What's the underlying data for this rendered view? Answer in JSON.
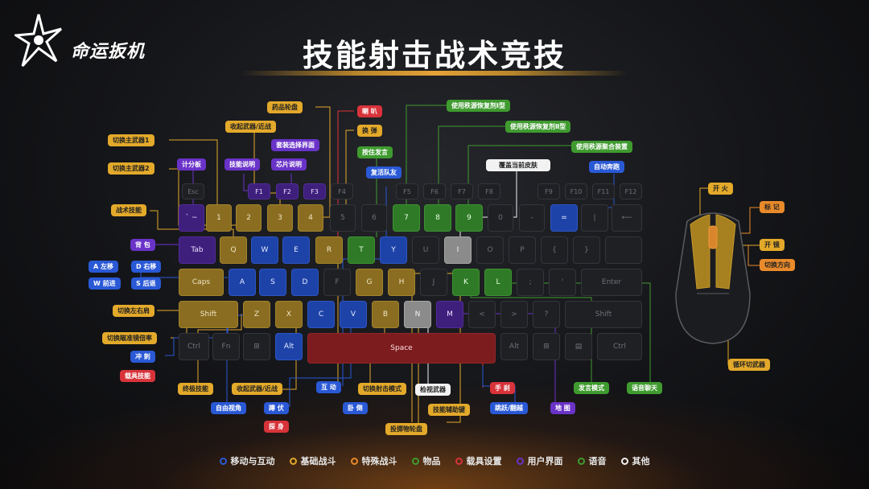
{
  "brand": {
    "name": "命运扳机"
  },
  "title": "技能射击战术竞技",
  "colors": {
    "move": "#2a59d6",
    "combat": "#e3a92a",
    "special": "#e88a2a",
    "items": "#3f9b2f",
    "vehicle": "#d8333a",
    "ui": "#6a33c8",
    "voice": "#3f9b2f",
    "other": "#f2f2f2"
  },
  "keys": {
    "esc": "Esc",
    "f1": "F1",
    "f2": "F2",
    "f3": "F3",
    "f4": "F4",
    "f5": "F5",
    "f6": "F6",
    "f7": "F7",
    "f8": "F8",
    "f9": "F9",
    "f10": "F10",
    "f11": "F11",
    "f12": "F12",
    "tilde": "` ~",
    "n1": "1",
    "n2": "2",
    "n3": "3",
    "n4": "4",
    "n5": "5",
    "n6": "6",
    "n7": "7",
    "n8": "8",
    "n9": "9",
    "n0": "0",
    "minus": "-",
    "equal": "=",
    "pipe": "|",
    "back": "⟵",
    "tab": "Tab",
    "q": "Q",
    "w": "W",
    "e": "E",
    "r": "R",
    "t": "T",
    "y": "Y",
    "u": "U",
    "i": "I",
    "o": "O",
    "p": "P",
    "lbr": "{",
    "rbr": "}",
    "caps": "Caps",
    "a": "A",
    "s": "S",
    "d": "D",
    "f": "F",
    "g": "G",
    "h": "H",
    "j": "J",
    "k": "K",
    "l": "L",
    "semi": ";",
    "quote": "'",
    "enter": "Enter",
    "lshift": "Shift",
    "z": "Z",
    "x": "X",
    "c": "C",
    "v": "V",
    "b": "B",
    "n": "N",
    "m": "M",
    "comma": "<",
    "period": ">",
    "slash": "?",
    "rshift": "Shift",
    "lctrl": "Ctrl",
    "fn": "Fn",
    "lwin": "⊞",
    "lalt": "Alt",
    "space": "Space",
    "ralt": "Alt",
    "rwin": "⊞",
    "menu": "▤",
    "rctrl": "Ctrl"
  },
  "labels": {
    "switch_primary1": "切换主武器1",
    "switch_primary2": "切换主武器2",
    "tactic_skill": "战术技能",
    "scoreboard": "计分板",
    "skill_desc": "技能说明",
    "holster_melee_top": "收起武器/近战",
    "kit_ui": "套装选择界面",
    "chip_desc": "芯片说明",
    "medkit_wheel": "药品轮盘",
    "speaker": "喇 叭",
    "reload": "换 弹",
    "push_to_talk": "按住发言",
    "revive": "复活队友",
    "heal1": "使用秩源恢复剂Ⅰ型",
    "heal2": "使用秩源恢复剂Ⅱ型",
    "heal_full": "使用秩源聚合装置",
    "skin": "覆盖当前皮肤",
    "auto_run": "自动奔跑",
    "backpack": "背 包",
    "a_left": "A 左移",
    "d_right": "D 右移",
    "w_fwd": "W 前进",
    "s_back": "S 后退",
    "swap_shoulder": "切换左右肩",
    "scope_zoom": "切换瞄准镜倍率",
    "sprint": "冲 刺",
    "vehicle_skill": "载具技能",
    "ultimate": "终极技能",
    "free_look": "自由视角",
    "holster_melee": "收起武器/近战",
    "crouch": "蹲 伏",
    "lean": "探 身",
    "interact": "互 动",
    "prone": "卧 倒",
    "fire_mode": "切换射击模式",
    "throw_wheel": "投掷物轮盘",
    "inspect": "检视武器",
    "skill_assist": "技能辅助键",
    "brake": "手 刹",
    "jump": "跳跃/翻越",
    "map": "地 图",
    "voice_mode": "发言模式",
    "voice_chat": "语音聊天",
    "fire": "开 火",
    "mark": "标 记",
    "scope": "开 镜",
    "switch_dir": "切换方向",
    "cycle_weapon": "循环切武器"
  },
  "legend": [
    {
      "label": "移动与互动",
      "color": "#2a59d6"
    },
    {
      "label": "基础战斗",
      "color": "#e3a92a"
    },
    {
      "label": "特殊战斗",
      "color": "#e88a2a"
    },
    {
      "label": "物品",
      "color": "#3f9b2f"
    },
    {
      "label": "载具设置",
      "color": "#d8333a"
    },
    {
      "label": "用户界面",
      "color": "#6a33c8"
    },
    {
      "label": "语音",
      "color": "#3f9b2f"
    },
    {
      "label": "其他",
      "color": "#f2f2f2"
    }
  ]
}
